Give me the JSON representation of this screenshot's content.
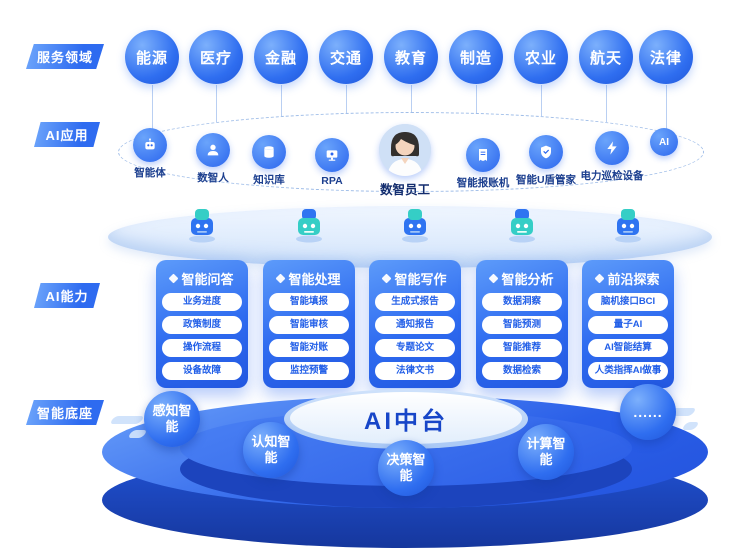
{
  "sections": {
    "service_domain": "服务领域",
    "ai_application": "AI应用",
    "ai_capability": "AI能力",
    "intelligent_base": "智能底座"
  },
  "service_domains": [
    "能源",
    "医疗",
    "金融",
    "交通",
    "教育",
    "制造",
    "农业",
    "航天",
    "法律"
  ],
  "ai_applications": {
    "items": [
      "智能体",
      "数智人",
      "知识库",
      "RPA",
      "数智员工",
      "智能报账机",
      "智能U盾管家",
      "电力巡检设备"
    ],
    "ai_badge": "AI"
  },
  "capabilities": [
    {
      "title": "智能问答",
      "items": [
        "业务进度",
        "政策制度",
        "操作流程",
        "设备故障"
      ]
    },
    {
      "title": "智能处理",
      "items": [
        "智能填报",
        "智能审核",
        "智能对账",
        "监控预警"
      ]
    },
    {
      "title": "智能写作",
      "items": [
        "生成式报告",
        "通知报告",
        "专题论文",
        "法律文书"
      ]
    },
    {
      "title": "智能分析",
      "items": [
        "数据洞察",
        "智能预测",
        "智能推荐",
        "数据检索"
      ]
    },
    {
      "title": "前沿探索",
      "items": [
        "脑机接口BCI",
        "量子AI",
        "AI智能结算",
        "人类指挥AI做事"
      ]
    }
  ],
  "base": {
    "platform_label": "AI中台",
    "nodes": [
      "感知智能",
      "认知智能",
      "决策智能",
      "计算智能",
      "......"
    ]
  },
  "colors": {
    "primary_blue": "#2E6BF0",
    "deep_blue": "#16379D",
    "teal_accent": "#35CEC6",
    "light_blue": "#D2E4FB",
    "label_text": "#1C3F8F"
  }
}
